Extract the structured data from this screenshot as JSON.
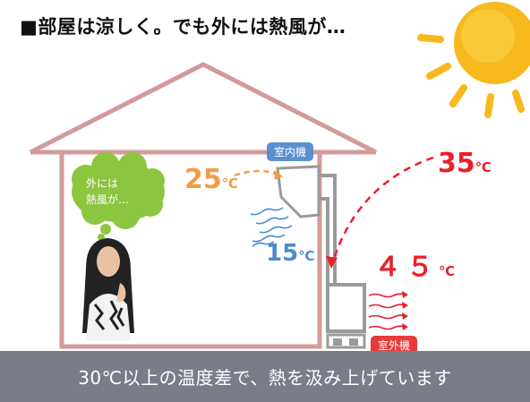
{
  "title": "■部屋は涼しく。でも外には熱風が…",
  "thought_bubble": {
    "line1": "外には",
    "line2": "熱風が…"
  },
  "labels": {
    "indoor_unit": "室内機",
    "outdoor_unit": "室外機"
  },
  "temperatures": {
    "indoor_set": {
      "value": "25",
      "unit": "℃"
    },
    "indoor_out": {
      "value": "15",
      "unit": "℃"
    },
    "outside": {
      "value": "35",
      "unit": "℃"
    },
    "exhaust": {
      "value": "４５",
      "unit": "℃"
    }
  },
  "caption": "30℃以上の温度差で、熱を汲み上げています",
  "colors": {
    "house_outline": "#d49a9a",
    "warm": "#f39a47",
    "cool": "#4a8ad0",
    "hot": "#e8202a",
    "sun": "#f7b91d",
    "bubble": "#8cc63f",
    "ground": "#7a7c8a"
  },
  "icons": {
    "sun": "sun-icon",
    "person": "woman-illustration"
  }
}
